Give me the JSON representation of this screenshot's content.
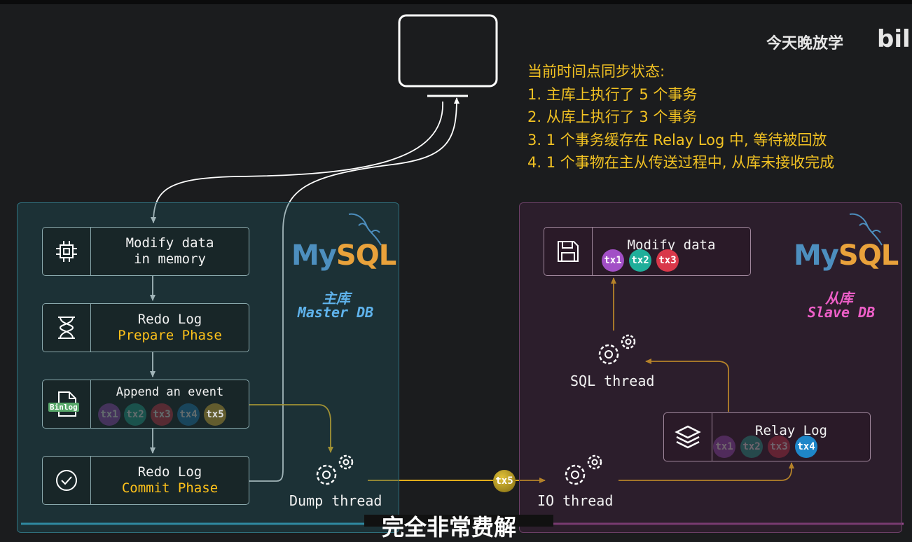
{
  "watermark": {
    "text": "今天晚放学",
    "logo": "bili"
  },
  "status": {
    "title": "当前时间点同步状态:",
    "items": [
      "1. 主库上执行了 5 个事务",
      "2. 从库上执行了 3 个事务",
      "3. 1 个事务缓存在 Relay Log 中, 等待被回放",
      "4. 1 个事物在主从传送过程中, 从库未接收完成"
    ]
  },
  "master": {
    "logo_my": "My",
    "logo_sql": "SQL",
    "name_cn": "主库",
    "name_en": "Master DB",
    "steps": [
      {
        "line1": "Modify data",
        "line2": "in memory",
        "icon": "cpu-icon"
      },
      {
        "line1": "Redo Log",
        "line2": "Prepare Phase",
        "icon": "hourglass-icon"
      },
      {
        "line1": "Append an event",
        "icon": "binlog-file-icon",
        "badge": "Binlog"
      },
      {
        "line1": "Redo Log",
        "line2": "Commit Phase",
        "icon": "check-circle-icon"
      }
    ],
    "binlog_tx": [
      "tx1",
      "tx2",
      "tx3",
      "tx4",
      "tx5"
    ],
    "dump_thread": "Dump thread"
  },
  "slave": {
    "logo_my": "My",
    "logo_sql": "SQL",
    "name_cn": "从库",
    "name_en": "Slave DB",
    "modify": {
      "label": "Modify data",
      "icon": "save-icon",
      "tx": [
        "tx1",
        "tx2",
        "tx3"
      ]
    },
    "sql_thread": "SQL thread",
    "relay": {
      "label": "Relay Log",
      "icon": "layers-icon",
      "tx": [
        "tx1",
        "tx2",
        "tx3",
        "tx4"
      ]
    },
    "io_thread": "IO thread"
  },
  "transfer_tx": "tx5",
  "subtitle": "完全非常费解",
  "colors": {
    "accent": "#ffc21a",
    "master_label": "#5fb3ec",
    "slave_label": "#ee5fc8",
    "tx1": "#a24fc6",
    "tx2": "#1fae9a",
    "tx3": "#d9384a",
    "tx4": "#1e86c8",
    "tx5": "#b89a1c"
  }
}
